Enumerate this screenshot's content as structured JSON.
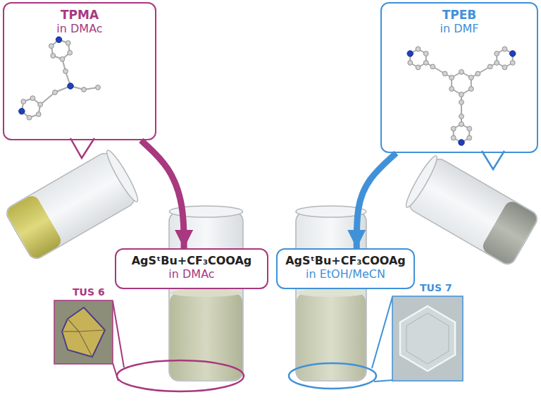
{
  "diagram": {
    "nodes": [
      {
        "text": [
          "TPMA",
          "in DMAc"
        ]
      },
      {
        "text": [
          "TPEB",
          "in DMF"
        ]
      },
      {
        "text": [
          "AgSᵗBu+CF₃COOAg",
          "in DMAc"
        ]
      },
      {
        "text": [
          "AgSᵗBu+CF₃COOAg",
          "in EtOH/MeCN"
        ]
      }
    ],
    "edges": [
      {
        "from": 0,
        "to": 2,
        "arrow": "to"
      },
      {
        "from": 1,
        "to": 3,
        "arrow": "to"
      }
    ],
    "labels": [
      "TUS 6",
      "TUS 7"
    ]
  }
}
